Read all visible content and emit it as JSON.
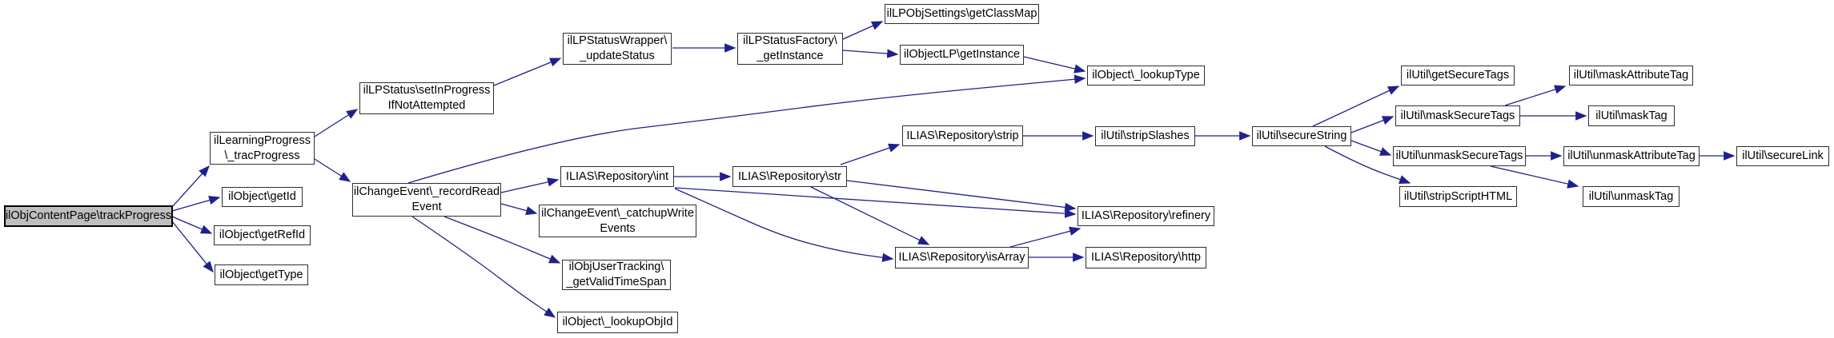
{
  "diagram": {
    "type": "doxygen-call-graph",
    "root_function": "ilObjContentPage\\trackProgress",
    "colors": {
      "edge": "#20208c",
      "node_fill": "#ffffff",
      "node_border": "#2e2e2e",
      "root_fill": "#bfbfbf",
      "root_border": "#000000",
      "text": "#000000"
    },
    "nodes": [
      {
        "id": "trackProgress",
        "lines": [
          "ilObjContentPage\\trackProgress"
        ],
        "root": true
      },
      {
        "id": "tracProgress",
        "lines": [
          "ilLearningProgress",
          "\\_tracProgress"
        ]
      },
      {
        "id": "getId",
        "lines": [
          "ilObject\\getId"
        ]
      },
      {
        "id": "getRefId",
        "lines": [
          "ilObject\\getRefId"
        ]
      },
      {
        "id": "getType",
        "lines": [
          "ilObject\\getType"
        ]
      },
      {
        "id": "setInProgress",
        "lines": [
          "ilLPStatus\\setInProgress",
          "IfNotAttempted"
        ]
      },
      {
        "id": "recordRead",
        "lines": [
          "ilChangeEvent\\_recordRead",
          "Event"
        ]
      },
      {
        "id": "updateStatus",
        "lines": [
          "ilLPStatusWrapper\\",
          "_updateStatus"
        ]
      },
      {
        "id": "factoryGetInstance",
        "lines": [
          "ilLPStatusFactory\\",
          "_getInstance"
        ]
      },
      {
        "id": "getClassMap",
        "lines": [
          "ilLPObjSettings\\getClassMap"
        ]
      },
      {
        "id": "objectLPGetInstance",
        "lines": [
          "ilObjectLP\\getInstance"
        ]
      },
      {
        "id": "lookupType",
        "lines": [
          "ilObject\\_lookupType"
        ]
      },
      {
        "id": "int",
        "lines": [
          "ILIAS\\Repository\\int"
        ]
      },
      {
        "id": "str",
        "lines": [
          "ILIAS\\Repository\\str"
        ]
      },
      {
        "id": "strip",
        "lines": [
          "ILIAS\\Repository\\strip"
        ]
      },
      {
        "id": "stripSlashes",
        "lines": [
          "ilUtil\\stripSlashes"
        ]
      },
      {
        "id": "secureString",
        "lines": [
          "ilUtil\\secureString"
        ]
      },
      {
        "id": "getSecureTags",
        "lines": [
          "ilUtil\\getSecureTags"
        ]
      },
      {
        "id": "maskSecureTags",
        "lines": [
          "ilUtil\\maskSecureTags"
        ]
      },
      {
        "id": "maskAttributeTag",
        "lines": [
          "ilUtil\\maskAttributeTag"
        ]
      },
      {
        "id": "maskTag",
        "lines": [
          "ilUtil\\maskTag"
        ]
      },
      {
        "id": "unmaskSecureTags",
        "lines": [
          "ilUtil\\unmaskSecureTags"
        ]
      },
      {
        "id": "unmaskAttributeTag",
        "lines": [
          "ilUtil\\unmaskAttributeTag"
        ]
      },
      {
        "id": "secureLink",
        "lines": [
          "ilUtil\\secureLink"
        ]
      },
      {
        "id": "stripScriptHTML",
        "lines": [
          "ilUtil\\stripScriptHTML"
        ]
      },
      {
        "id": "unmaskTag",
        "lines": [
          "ilUtil\\unmaskTag"
        ]
      },
      {
        "id": "catchupWrite",
        "lines": [
          "ilChangeEvent\\_catchupWrite",
          "Events"
        ]
      },
      {
        "id": "getValidTimeSpan",
        "lines": [
          "ilObjUserTracking\\",
          "_getValidTimeSpan"
        ]
      },
      {
        "id": "lookupObjId",
        "lines": [
          "ilObject\\_lookupObjId"
        ]
      },
      {
        "id": "refinery",
        "lines": [
          "ILIAS\\Repository\\refinery"
        ]
      },
      {
        "id": "isArray",
        "lines": [
          "ILIAS\\Repository\\isArray"
        ]
      },
      {
        "id": "http",
        "lines": [
          "ILIAS\\Repository\\http"
        ]
      }
    ],
    "edges": [
      {
        "from": "trackProgress",
        "to": "tracProgress"
      },
      {
        "from": "trackProgress",
        "to": "getId"
      },
      {
        "from": "trackProgress",
        "to": "getRefId"
      },
      {
        "from": "trackProgress",
        "to": "getType"
      },
      {
        "from": "tracProgress",
        "to": "setInProgress"
      },
      {
        "from": "tracProgress",
        "to": "recordRead"
      },
      {
        "from": "setInProgress",
        "to": "updateStatus"
      },
      {
        "from": "updateStatus",
        "to": "factoryGetInstance"
      },
      {
        "from": "factoryGetInstance",
        "to": "getClassMap"
      },
      {
        "from": "factoryGetInstance",
        "to": "objectLPGetInstance"
      },
      {
        "from": "objectLPGetInstance",
        "to": "lookupType"
      },
      {
        "from": "recordRead",
        "to": "lookupType"
      },
      {
        "from": "recordRead",
        "to": "int"
      },
      {
        "from": "recordRead",
        "to": "catchupWrite"
      },
      {
        "from": "recordRead",
        "to": "getValidTimeSpan"
      },
      {
        "from": "recordRead",
        "to": "lookupObjId"
      },
      {
        "from": "int",
        "to": "str"
      },
      {
        "from": "int",
        "to": "refinery"
      },
      {
        "from": "int",
        "to": "isArray"
      },
      {
        "from": "str",
        "to": "strip"
      },
      {
        "from": "str",
        "to": "refinery"
      },
      {
        "from": "str",
        "to": "isArray"
      },
      {
        "from": "strip",
        "to": "stripSlashes"
      },
      {
        "from": "stripSlashes",
        "to": "secureString"
      },
      {
        "from": "secureString",
        "to": "getSecureTags"
      },
      {
        "from": "secureString",
        "to": "maskSecureTags"
      },
      {
        "from": "secureString",
        "to": "unmaskSecureTags"
      },
      {
        "from": "secureString",
        "to": "stripScriptHTML"
      },
      {
        "from": "maskSecureTags",
        "to": "maskAttributeTag"
      },
      {
        "from": "maskSecureTags",
        "to": "maskTag"
      },
      {
        "from": "unmaskSecureTags",
        "to": "unmaskAttributeTag"
      },
      {
        "from": "unmaskSecureTags",
        "to": "unmaskTag"
      },
      {
        "from": "unmaskAttributeTag",
        "to": "secureLink"
      },
      {
        "from": "isArray",
        "to": "refinery"
      },
      {
        "from": "isArray",
        "to": "http"
      }
    ]
  }
}
